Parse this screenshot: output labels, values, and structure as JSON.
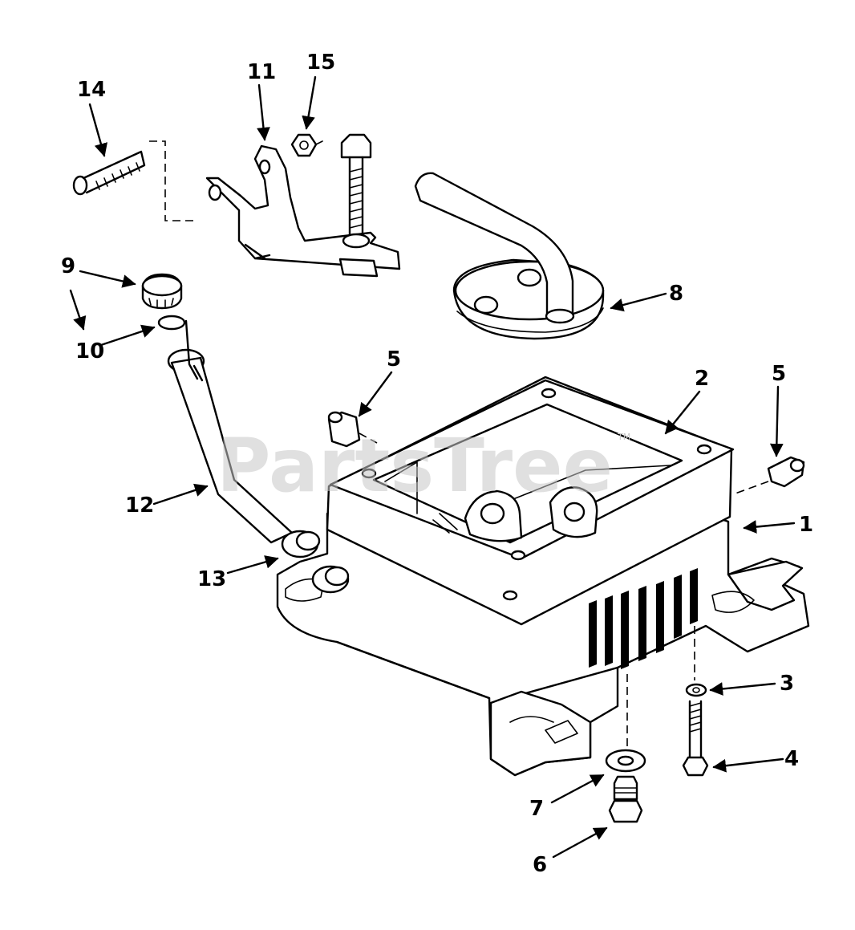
{
  "watermark": {
    "text": "PartsTree",
    "trademark": "TM"
  },
  "callouts": [
    {
      "id": "1",
      "label": "1"
    },
    {
      "id": "2",
      "label": "2"
    },
    {
      "id": "3",
      "label": "3"
    },
    {
      "id": "4",
      "label": "4"
    },
    {
      "id": "5a",
      "label": "5"
    },
    {
      "id": "5b",
      "label": "5"
    },
    {
      "id": "6",
      "label": "6"
    },
    {
      "id": "7",
      "label": "7"
    },
    {
      "id": "8",
      "label": "8"
    },
    {
      "id": "9",
      "label": "9"
    },
    {
      "id": "10",
      "label": "10"
    },
    {
      "id": "11",
      "label": "11"
    },
    {
      "id": "12",
      "label": "12"
    },
    {
      "id": "13",
      "label": "13"
    },
    {
      "id": "14",
      "label": "14"
    },
    {
      "id": "15",
      "label": "15"
    }
  ]
}
